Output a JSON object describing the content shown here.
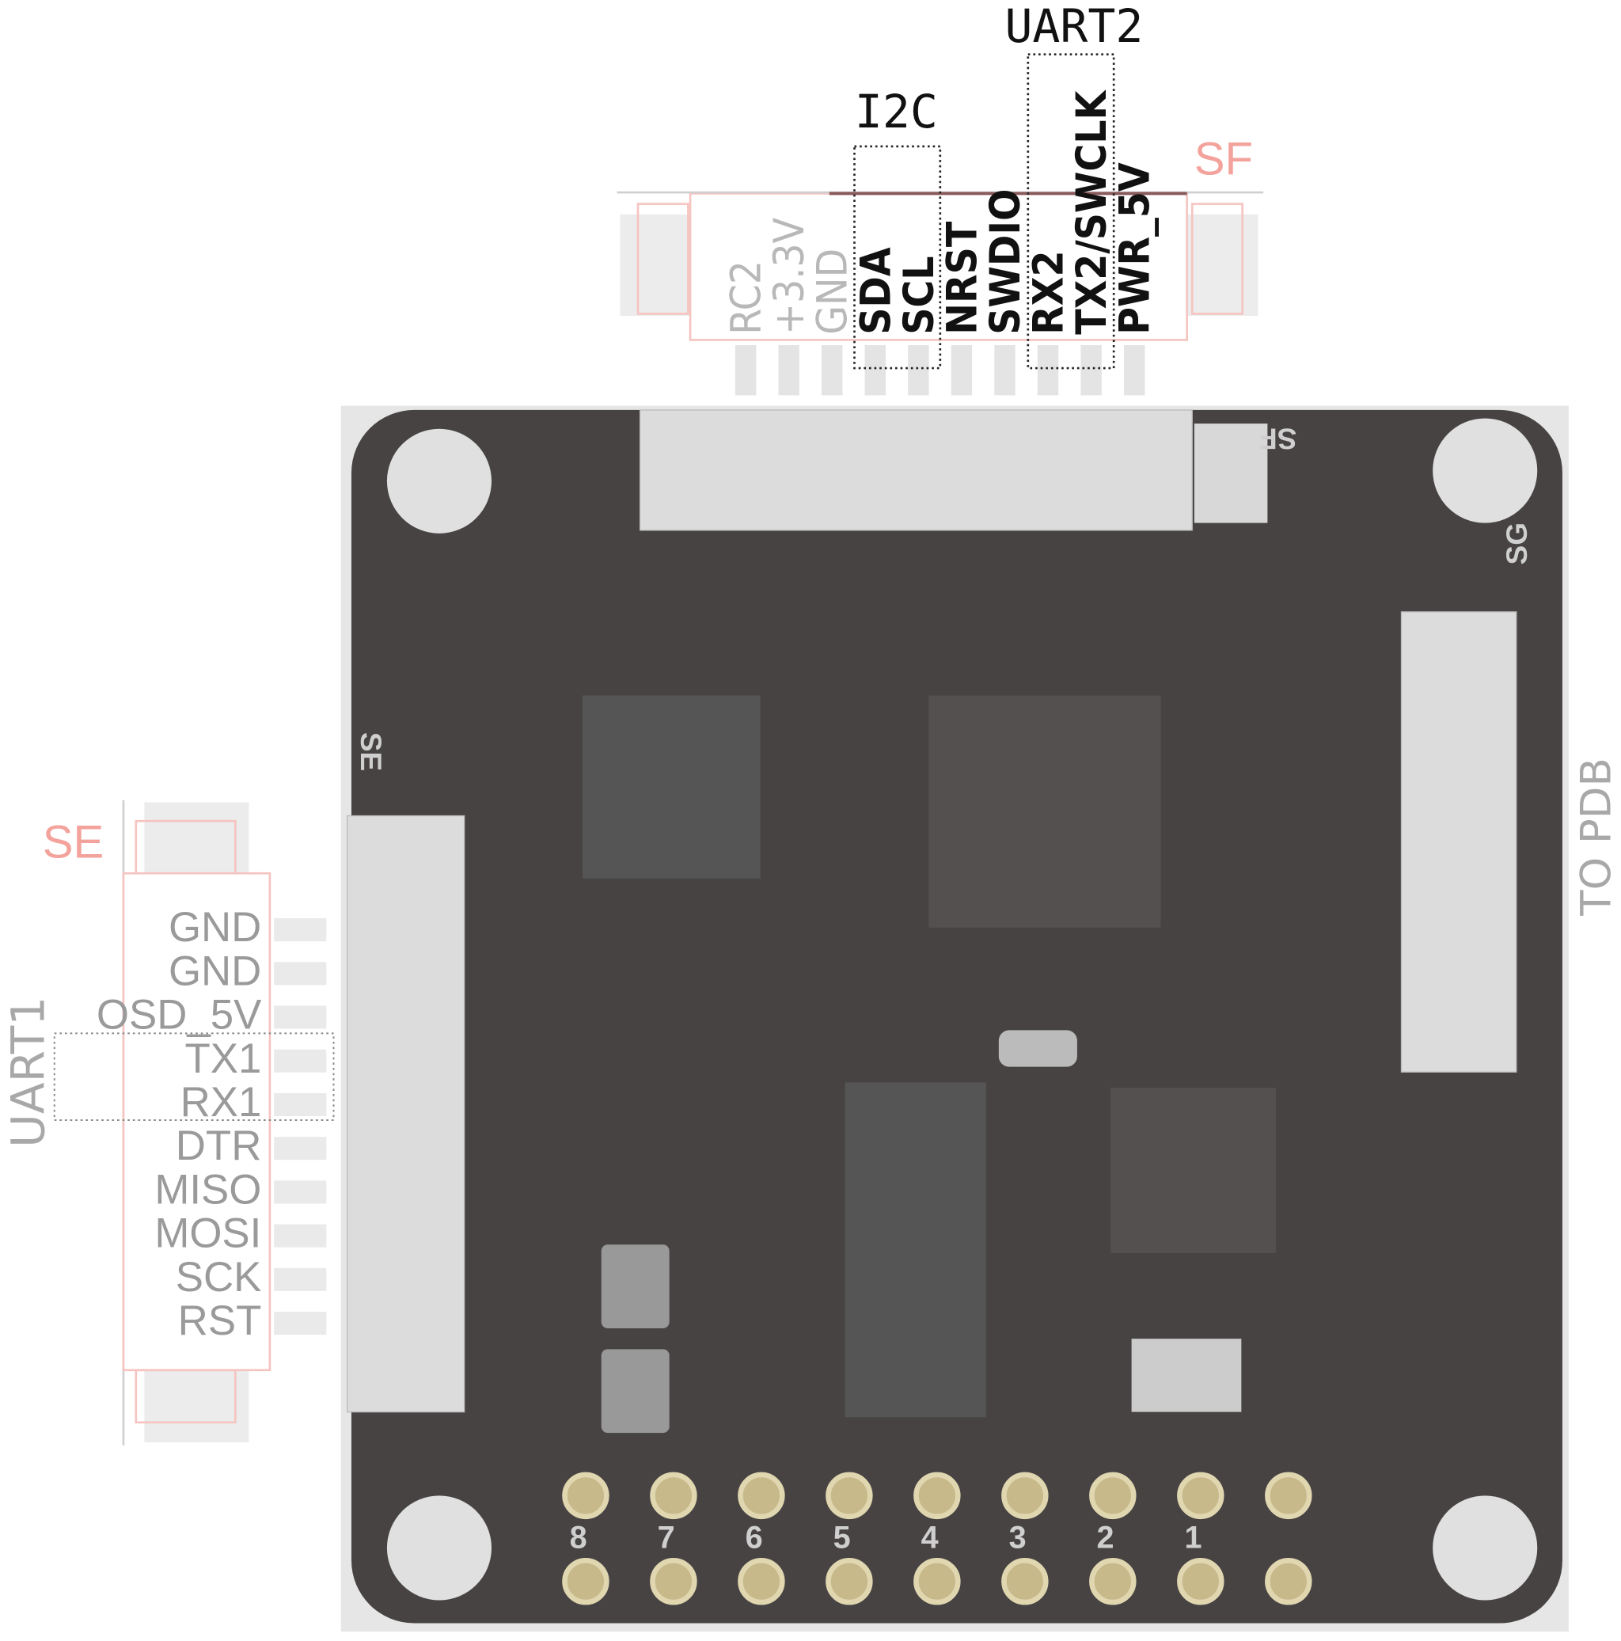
{
  "top_connector": {
    "name": "SF",
    "pins": [
      "RC2",
      "+3.3V",
      "GND",
      "SDA",
      "SCL",
      "NRST",
      "SWDIO",
      "RX2",
      "TX2/SWCLK",
      "PWR_5V"
    ],
    "dimmed_pins": 3
  },
  "top_groups": [
    {
      "label": "I2C"
    },
    {
      "label": "UART2"
    }
  ],
  "left_connector": {
    "name": "SE",
    "pins": [
      "GND",
      "GND",
      "OSD_5V",
      "TX1",
      "RX1",
      "DTR",
      "MISO",
      "MOSI",
      "SCK",
      "RST"
    ]
  },
  "left_group": {
    "label": "UART1"
  },
  "right_label": "TO PDB",
  "board": {
    "silk_sf": "SF",
    "silk_sg": "SG",
    "silk_se": "SE",
    "pad_numbers": [
      "8",
      "7",
      "6",
      "5",
      "4",
      "3",
      "2",
      "1"
    ]
  },
  "colors": {
    "connector_label": "#f3a29c",
    "board": "#2a2626",
    "dim_text": "#9a9a9a"
  }
}
